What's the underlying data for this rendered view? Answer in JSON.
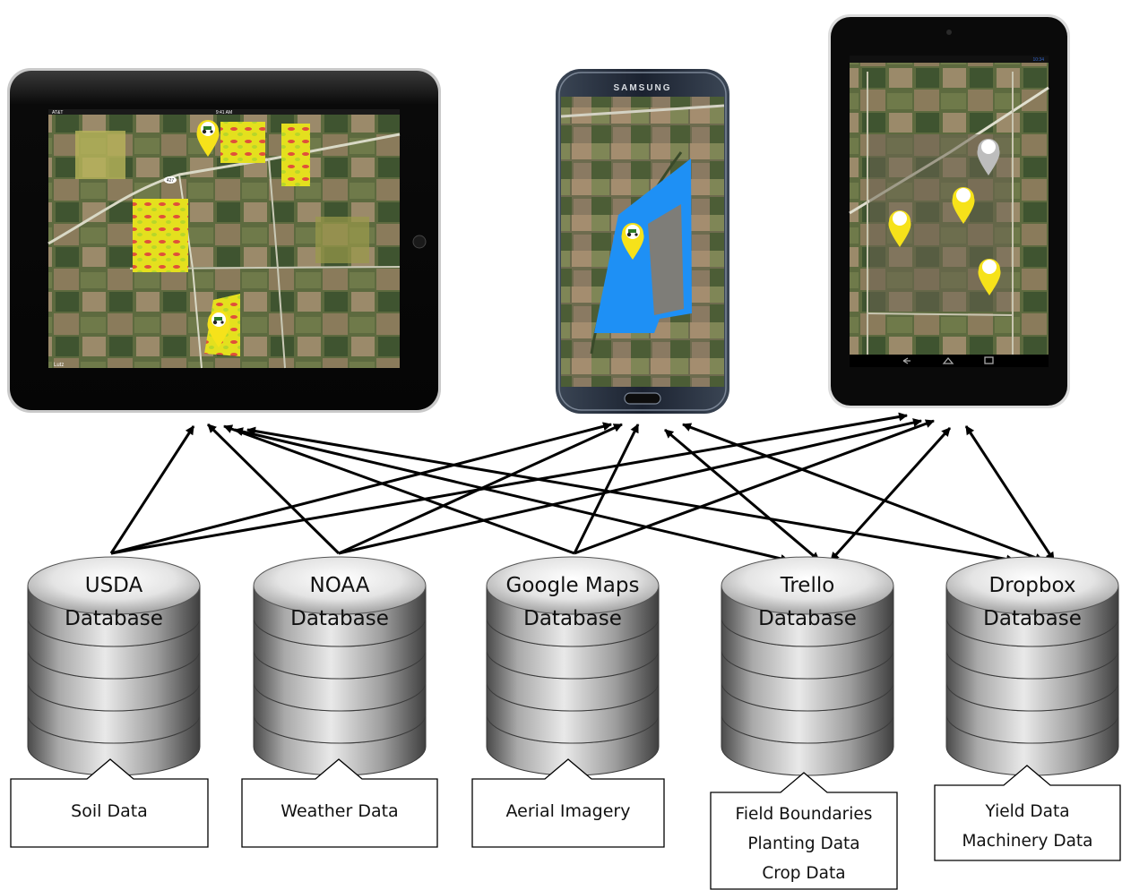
{
  "devices": {
    "tablet": {
      "carrier": "AT&T",
      "time": "9:41 AM",
      "map_label": "Lutz",
      "road_sign": "427"
    },
    "phone": {
      "brand": "SAMSUNG"
    },
    "android_tablet": {
      "time": "10:34"
    }
  },
  "databases": [
    {
      "id": "usda",
      "line1": "USDA",
      "line2": "Database"
    },
    {
      "id": "noaa",
      "line1": "NOAA",
      "line2": "Database"
    },
    {
      "id": "google",
      "line1": "Google Maps",
      "line2": "Database"
    },
    {
      "id": "trello",
      "line1": "Trello",
      "line2": "Database"
    },
    {
      "id": "dropbox",
      "line1": "Dropbox",
      "line2": "Database"
    }
  ],
  "callouts": [
    {
      "id": "usda",
      "lines": [
        "Soil Data"
      ]
    },
    {
      "id": "noaa",
      "lines": [
        "Weather Data"
      ]
    },
    {
      "id": "google",
      "lines": [
        "Aerial Imagery"
      ]
    },
    {
      "id": "trello",
      "lines": [
        "Field Boundaries",
        "Planting Data",
        "Crop Data"
      ]
    },
    {
      "id": "dropbox",
      "lines": [
        "Yield Data",
        "Machinery Data"
      ]
    }
  ],
  "connections": [
    {
      "database": "usda",
      "devices": [
        "tablet",
        "phone",
        "android_tablet"
      ]
    },
    {
      "database": "noaa",
      "devices": [
        "tablet",
        "phone",
        "android_tablet"
      ]
    },
    {
      "database": "google",
      "devices": [
        "tablet",
        "phone",
        "android_tablet"
      ]
    },
    {
      "database": "trello",
      "devices": [
        "tablet",
        "phone",
        "android_tablet"
      ]
    },
    {
      "database": "dropbox",
      "devices": [
        "tablet",
        "phone",
        "android_tablet"
      ]
    }
  ],
  "colors": {
    "arrow": "#000000",
    "field_highlight": "#f3ea1c",
    "field_heat": "#e0503a",
    "boundary_fill": "#1e90f5",
    "pin": "#f6e21a",
    "device_body": "#0d0d0d"
  }
}
